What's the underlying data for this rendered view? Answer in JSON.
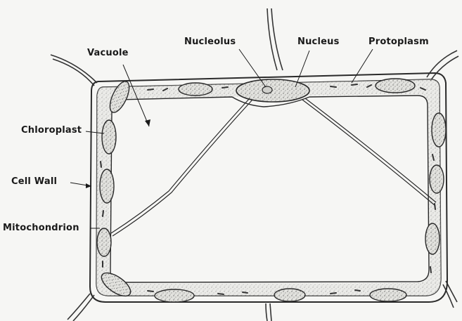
{
  "diagram": {
    "labels": {
      "vacuole": "Vacuole",
      "nucleolus": "Nucleolus",
      "nucleus": "Nucleus",
      "protoplasm": "Protoplasm",
      "chloroplast": "Chloroplast",
      "cell_wall": "Cell Wall",
      "mitochondrion": "Mitochondrion"
    },
    "colors": {
      "background": "#f6f6f4",
      "ink": "#2a2a2a",
      "organelle_fill": "#d8d8d4",
      "stipple": "#555555"
    }
  }
}
